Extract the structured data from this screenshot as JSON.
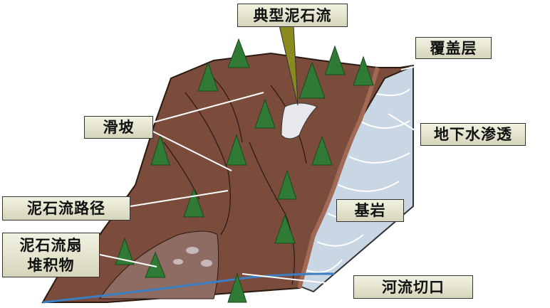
{
  "labels": {
    "typical_debris_flow": "典型泥石流",
    "overburden": "覆盖层",
    "landslide": "滑坡",
    "groundwater_seepage": "地下水渗透",
    "debris_flow_path": "泥石流路径",
    "bedrock": "基岩",
    "debris_fan_line1": "泥石流扇",
    "debris_fan_line2": "堆积物",
    "river_incision": "河流切口"
  },
  "colors": {
    "soil": "#7b4b3c",
    "bedrock": "#c9d6e3",
    "trees": "#2f7a34",
    "river": "#3a7fc4",
    "pointer": "#8a8a1e"
  }
}
